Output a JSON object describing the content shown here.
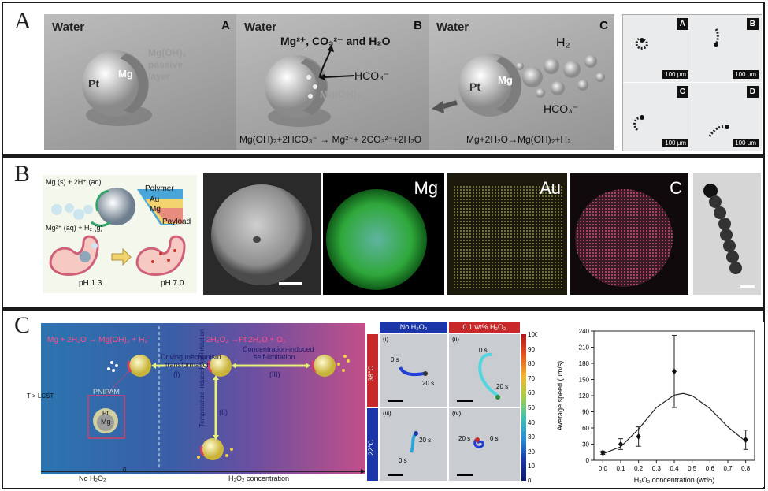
{
  "row_a": {
    "label": "A",
    "panels": [
      {
        "letter": "A",
        "water": "Water",
        "pt": "Pt",
        "mg": "Mg",
        "passive": "Mg(OH)₂",
        "passive2": "passive",
        "passive3": "layer"
      },
      {
        "letter": "B",
        "water": "Water",
        "products": "Mg²⁺, CO₃²⁻ and H₂O",
        "hco3": "HCO₃⁻",
        "mgoh": "Mg(OH)₂",
        "equation": "Mg(OH)₂+2HCO₃⁻ → Mg²⁺+ 2CO₃²⁻+2H₂O"
      },
      {
        "letter": "C",
        "water": "Water",
        "h2": "H₂",
        "pt": "Pt",
        "mg": "Mg",
        "hco3": "HCO₃⁻",
        "equation": "Mg+2H₂O→Mg(OH)₂+H₂"
      }
    ],
    "micro": [
      {
        "letter": "A",
        "scale": "100 μm"
      },
      {
        "letter": "B",
        "scale": "100 μm"
      },
      {
        "letter": "C",
        "scale": "100 μm"
      },
      {
        "letter": "D",
        "scale": "100 μm"
      }
    ]
  },
  "row_b": {
    "label": "B",
    "schematic": {
      "reaction_top": "Mg (s) + 2H⁺ (aq)",
      "reaction_bottom": "Mg²⁺ (aq) + H₂ (g)",
      "polymer": "Polymer",
      "au": "Au",
      "mg": "Mg",
      "payload": "Payload",
      "ph1": "pH 1.3",
      "ph2": "pH 7.0"
    },
    "maps": {
      "mg": "Mg",
      "au": "Au",
      "c": "C"
    }
  },
  "row_c": {
    "label": "C",
    "diagram": {
      "eq1": "Mg + 2H₂O → Mg(OH)₂ + H₂",
      "eq2": "2H₂O₂ →Pt 2H₂O + O₂",
      "driving1": "Driving mechanism",
      "driving2": "transformation",
      "conc1": "Concentration-induced",
      "conc2": "self-limitation",
      "temp": "Temperature-induced self-limitation",
      "i": "(I)",
      "ii": "(II)",
      "iii": "(III)",
      "pnipam": "PNIPAM",
      "pt": "Pt",
      "mg": "Mg",
      "t_lcst": "T > LCST",
      "zero": "0",
      "no_h2o2": "No H₂O₂",
      "h2o2_conc": "H₂O₂ concentration"
    },
    "tracks": {
      "col1": "No H₂O₂",
      "col2": "0.1 wt% H₂O₂",
      "row1": "38°C",
      "row2": "22°C",
      "cells": [
        {
          "id": "(i)",
          "t0": "0 s",
          "t20": "20 s"
        },
        {
          "id": "(ii)",
          "t0": "0 s",
          "t20": "20 s"
        },
        {
          "id": "(iii)",
          "t0": "0 s",
          "t20": "20 s"
        },
        {
          "id": "(iv)",
          "t0": "0 s",
          "t20": "20 s"
        }
      ],
      "colorbar": [
        "100",
        "90",
        "80",
        "70",
        "60",
        "50",
        "40",
        "30",
        "20",
        "10",
        "0"
      ]
    }
  },
  "chart_data": {
    "type": "scatter",
    "xlabel": "H₂O₂ concentration (wt%)",
    "ylabel": "Average speed (μm/s)",
    "xlim": [
      -0.05,
      0.85
    ],
    "ylim": [
      0,
      240
    ],
    "xticks": [
      0.0,
      0.1,
      0.2,
      0.3,
      0.4,
      0.5,
      0.6,
      0.7,
      0.8
    ],
    "yticks": [
      0,
      30,
      60,
      90,
      120,
      150,
      180,
      210,
      240
    ],
    "x": [
      0.0,
      0.1,
      0.2,
      0.4,
      0.8
    ],
    "y": [
      14,
      30,
      44,
      165,
      38
    ],
    "yerr": [
      3,
      10,
      18,
      67,
      18
    ],
    "fit_x": [
      0.0,
      0.1,
      0.2,
      0.3,
      0.4,
      0.45,
      0.5,
      0.6,
      0.7,
      0.8
    ],
    "fit_y": [
      12,
      25,
      58,
      98,
      121,
      124,
      120,
      96,
      62,
      35
    ]
  }
}
